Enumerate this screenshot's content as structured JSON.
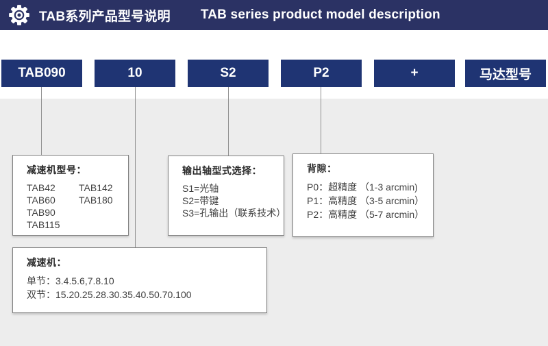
{
  "colors": {
    "header_bg": "#2b3264",
    "box_bg": "#1f3473",
    "canvas_gray": "#ededed",
    "line_gray": "#8f8f8f",
    "border_gray": "#7f7f7f"
  },
  "header": {
    "icon": "gear-icon",
    "title_zh": "TAB系列产品型号说明",
    "title_en": "TAB series product model description"
  },
  "model_code": {
    "segments": [
      "TAB090",
      "10",
      "S2",
      "P2",
      "+",
      "马达型号"
    ]
  },
  "callouts": {
    "gearbox_model": {
      "title": "减速机型号：",
      "col1": [
        "TAB42",
        "TAB60",
        "TAB90",
        "TAB115"
      ],
      "col2": [
        "TAB142",
        "TAB180"
      ]
    },
    "output_shaft": {
      "title": "输出轴型式选择：",
      "lines": [
        "S1=光轴",
        "S2=带键",
        "S3=孔输出（联系技术）"
      ]
    },
    "backlash": {
      "title": "背隙：",
      "lines": [
        "P0：超精度 （1-3 arcmin)",
        "P1：高精度 （3-5 arcmin）",
        "P2：高精度 （5-7 arcmin）"
      ]
    },
    "ratio": {
      "title": "减速机：",
      "lines": [
        "单节：3.4.5.6,7.8.10",
        "双节：15.20.25.28.30.35.40.50.70.100"
      ]
    }
  }
}
